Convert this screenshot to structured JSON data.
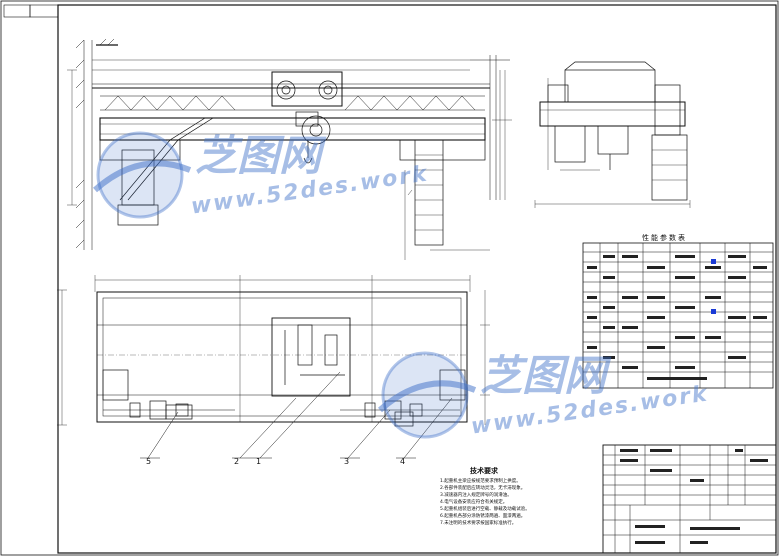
{
  "drawing": {
    "param_table_title": "性能参数表",
    "tech_requirements": {
      "title": "技术要求",
      "items": [
        "1.起重机主梁应按规范要求预制上拱度。",
        "2.各部件装配后应转动灵活，无卡滞现象。",
        "3.减速器内注入规定牌号的润滑油。",
        "4.电气设备安装应符合有关规定。",
        "5.起重机组装后进行空载、静载及动载试验。",
        "6.起重机各部分涂防锈漆两遍、面漆两遍。",
        "7.未注明的技术要求按国家标准执行。"
      ]
    },
    "callouts": [
      "5",
      "2",
      "1",
      "3",
      "4"
    ],
    "watermark": {
      "text_cn": "芝图网",
      "url": "www.52des.work"
    },
    "accent_color": "#3c6ec8"
  }
}
